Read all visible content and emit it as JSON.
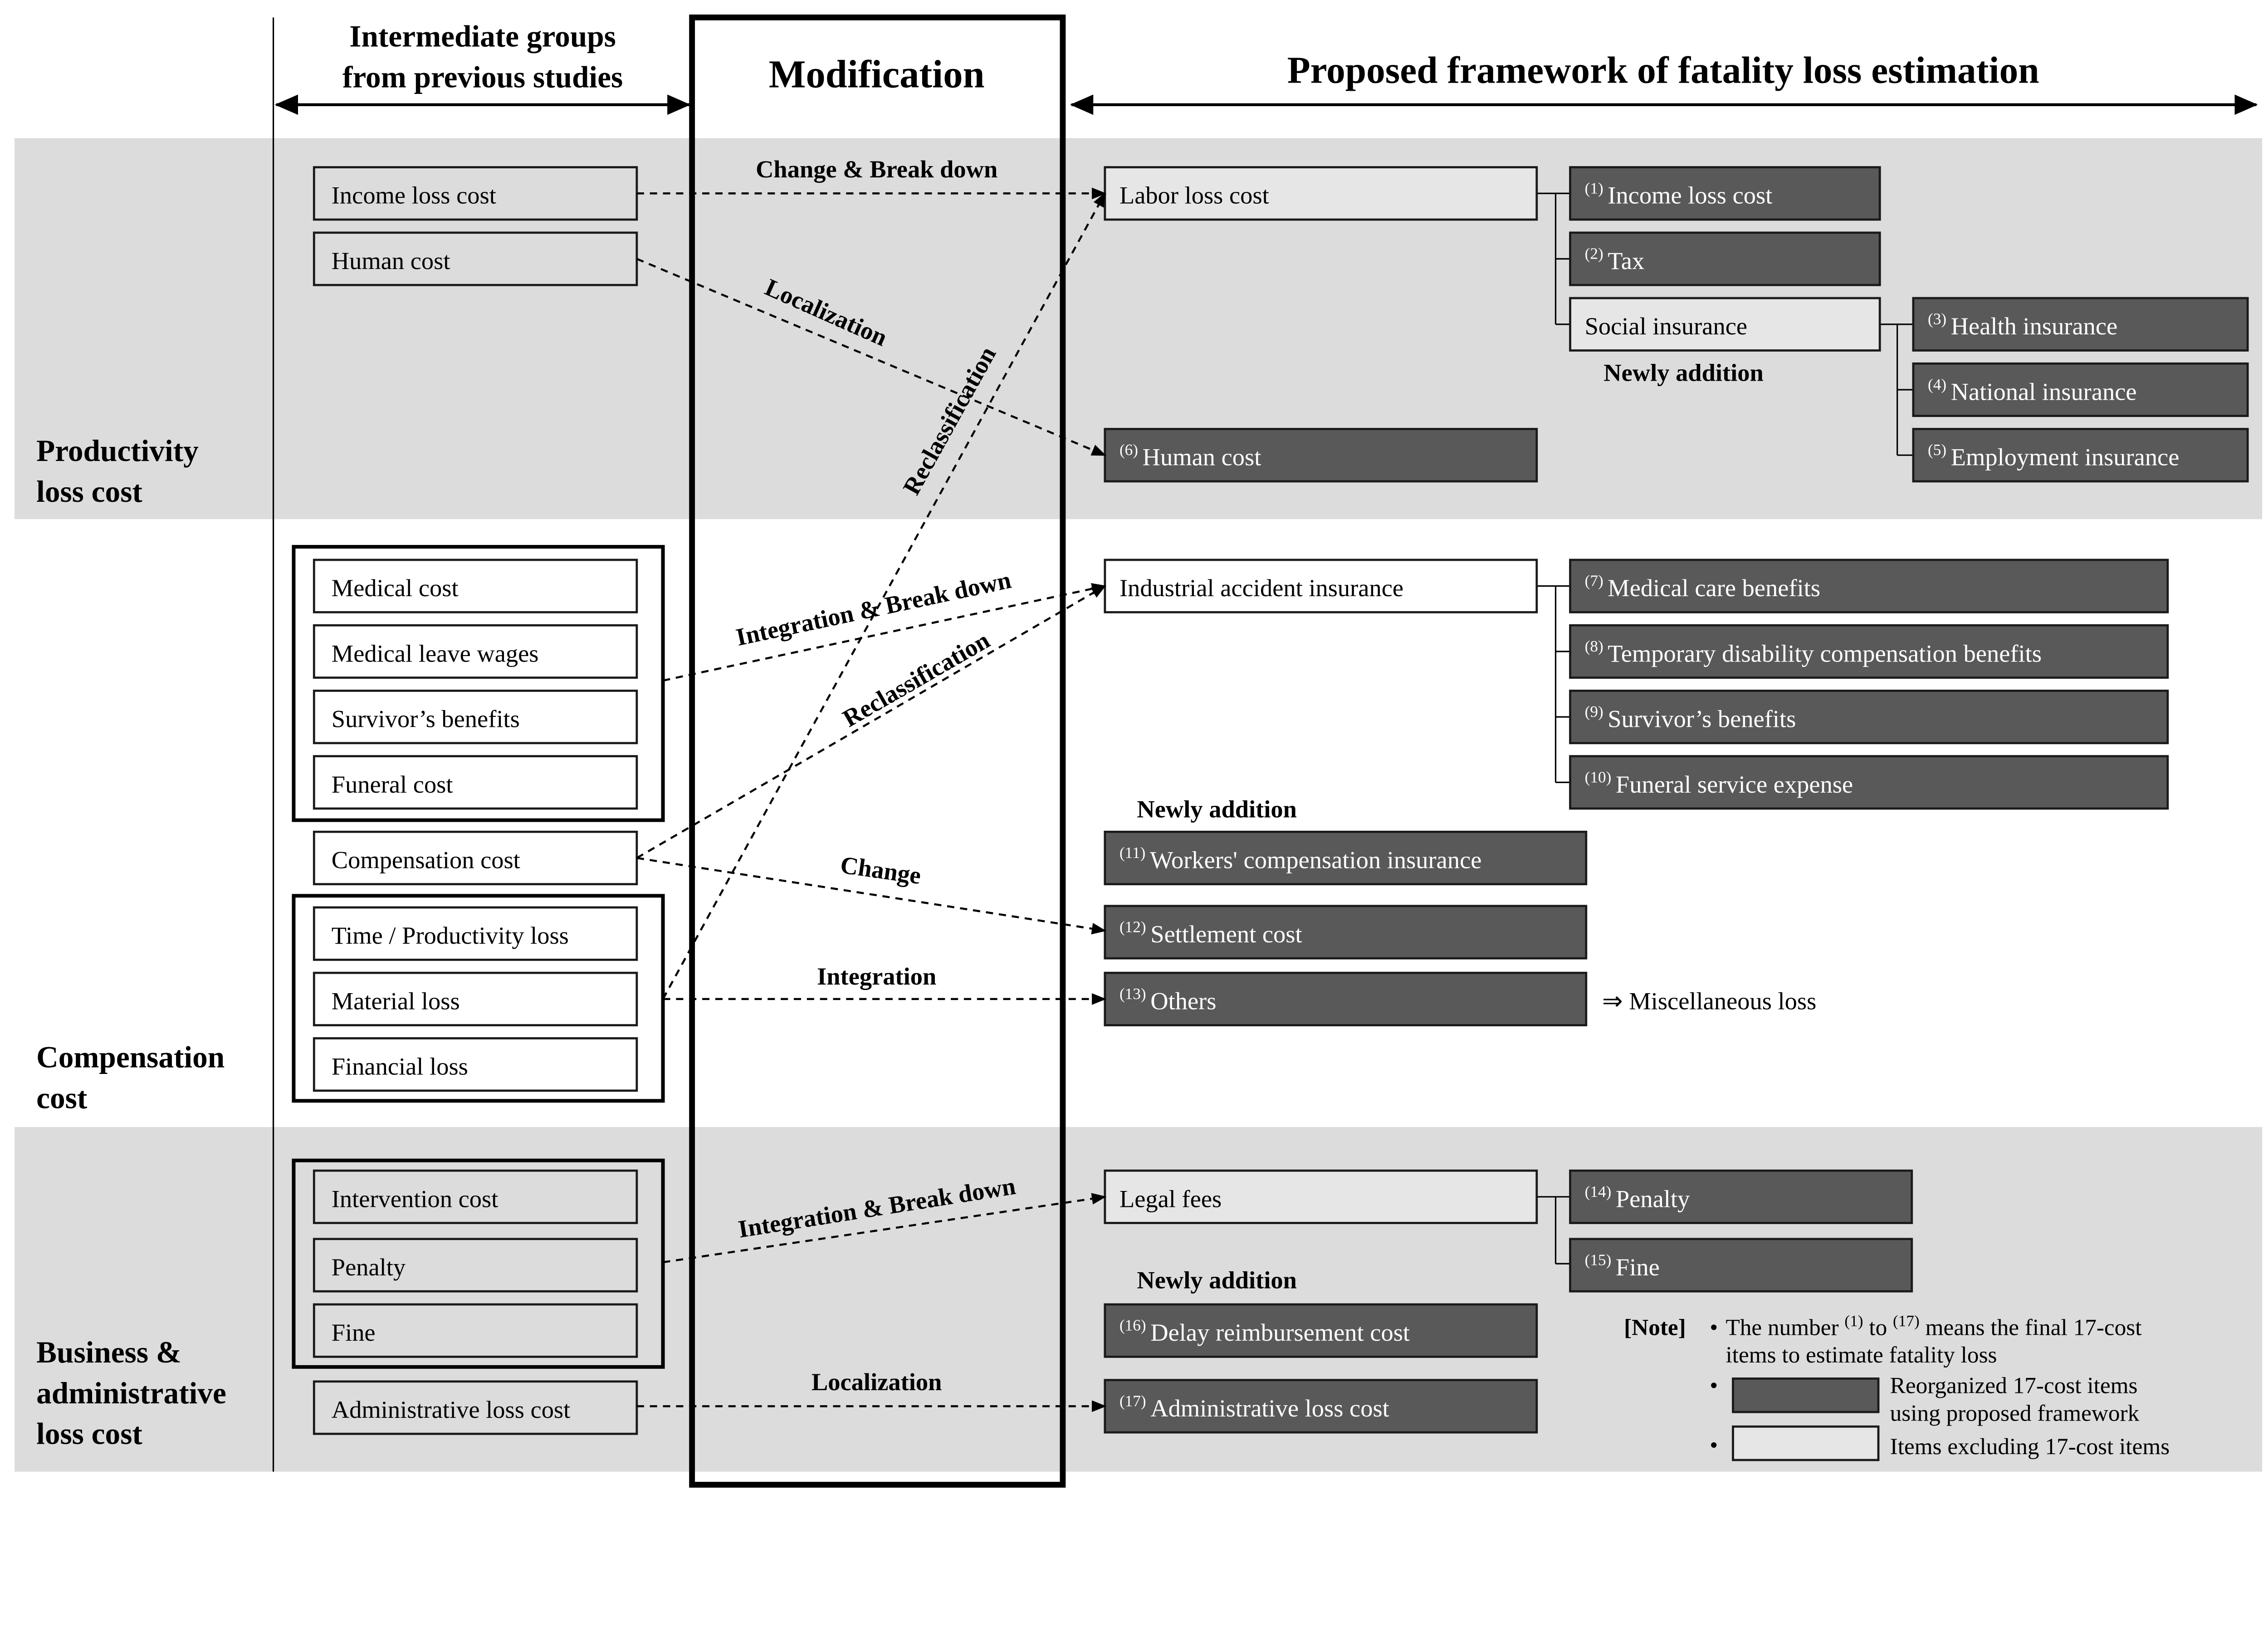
{
  "header": {
    "left_line1": "Intermediate groups",
    "left_line2": "from previous studies",
    "middle": "Modification",
    "right": "Proposed framework of fatality loss estimation"
  },
  "sections": [
    {
      "label_lines": [
        "Productivity",
        "loss cost"
      ]
    },
    {
      "label_lines": [
        "Compensation",
        "cost"
      ]
    },
    {
      "label_lines": [
        "Business &",
        "administrative",
        "loss cost"
      ]
    }
  ],
  "previous_items": [
    {
      "label": "Income loss cost"
    },
    {
      "label": "Human cost"
    },
    {
      "label": "Medical cost"
    },
    {
      "label": "Medical leave wages"
    },
    {
      "label": "Survivor’s benefits"
    },
    {
      "label": "Funeral cost"
    },
    {
      "label": "Compensation cost"
    },
    {
      "label": "Time / Productivity loss"
    },
    {
      "label": "Material loss"
    },
    {
      "label": "Financial loss"
    },
    {
      "label": "Intervention cost"
    },
    {
      "label": "Penalty"
    },
    {
      "label": "Fine"
    },
    {
      "label": "Administrative loss cost"
    }
  ],
  "framework_items": [
    {
      "number": "",
      "label": "Labor loss cost",
      "type": "excluded"
    },
    {
      "number": "(1)",
      "label": "Income loss cost",
      "type": "reorganized"
    },
    {
      "number": "(2)",
      "label": "Tax",
      "type": "reorganized"
    },
    {
      "number": "",
      "label": "Social insurance",
      "type": "excluded"
    },
    {
      "number": "(3)",
      "label": "Health insurance",
      "type": "reorganized"
    },
    {
      "number": "(4)",
      "label": "National insurance",
      "type": "reorganized"
    },
    {
      "number": "(5)",
      "label": "Employment insurance",
      "type": "reorganized"
    },
    {
      "number": "(6)",
      "label": "Human cost",
      "type": "reorganized"
    },
    {
      "number": "",
      "label": "Industrial accident insurance",
      "type": "excluded"
    },
    {
      "number": "(7)",
      "label": "Medical care benefits",
      "type": "reorganized"
    },
    {
      "number": "(8)",
      "label": "Temporary disability compensation benefits",
      "type": "reorganized"
    },
    {
      "number": "(9)",
      "label": "Survivor’s benefits",
      "type": "reorganized"
    },
    {
      "number": "(10)",
      "label": "Funeral service expense",
      "type": "reorganized"
    },
    {
      "number": "(11)",
      "label": "Workers' compensation insurance",
      "type": "reorganized"
    },
    {
      "number": "(12)",
      "label": "Settlement cost",
      "type": "reorganized"
    },
    {
      "number": "(13)",
      "label": "Others",
      "type": "reorganized"
    },
    {
      "number": "",
      "label": "Legal fees",
      "type": "excluded"
    },
    {
      "number": "(14)",
      "label": "Penalty",
      "type": "reorganized"
    },
    {
      "number": "(15)",
      "label": "Fine",
      "type": "reorganized"
    },
    {
      "number": "(16)",
      "label": "Delay reimbursement cost",
      "type": "reorganized"
    },
    {
      "number": "(17)",
      "label": "Administrative loss cost",
      "type": "reorganized"
    }
  ],
  "modifications": [
    {
      "label": "Change & Break down",
      "from": "Income loss cost",
      "to": "Labor loss cost"
    },
    {
      "label": "Localization",
      "from": "Human cost",
      "to": "(6) Human cost"
    },
    {
      "label": "Reclassification",
      "from": "Time / Productivity loss, Material loss, Financial loss",
      "to": "Labor loss cost"
    },
    {
      "label": "Integration & Break down",
      "from": "Medical cost, Medical leave wages, Survivor’s benefits, Funeral cost",
      "to": "Industrial accident insurance"
    },
    {
      "label": "Reclassification",
      "from": "Compensation cost",
      "to": "Industrial accident insurance"
    },
    {
      "label": "Change",
      "from": "Compensation cost",
      "to": "(12) Settlement cost"
    },
    {
      "label": "Integration",
      "from": "Time / Productivity loss, Material loss, Financial loss",
      "to": "(13) Others"
    },
    {
      "label": "Integration & Break down",
      "from": "Intervention cost, Penalty, Fine",
      "to": "Legal fees"
    },
    {
      "label": "Localization",
      "from": "Administrative loss cost",
      "to": "(17) Administrative loss cost"
    }
  ],
  "newly_addition_labels": [
    "Newly addition",
    "Newly addition",
    "Newly addition"
  ],
  "misc_note": "⇒ Miscellaneous loss",
  "note": {
    "title": "[Note]",
    "bullet": "•",
    "line1_a": "The number ",
    "line1_sup1": "(1)",
    "line1_b": " to ",
    "line1_sup2": "(17)",
    "line1_c": " means the final 17-cost",
    "line2": "items to estimate fatality loss",
    "legend_reorganized_line1": "Reorganized 17-cost items",
    "legend_reorganized_line2": "using proposed framework",
    "legend_excluded": "Items excluding 17-cost items"
  },
  "colors": {
    "band_gray": "#dcdcdc",
    "reorganized_fill": "#595959",
    "reorganized_text": "#ffffff",
    "border": "#1a1a1a"
  }
}
